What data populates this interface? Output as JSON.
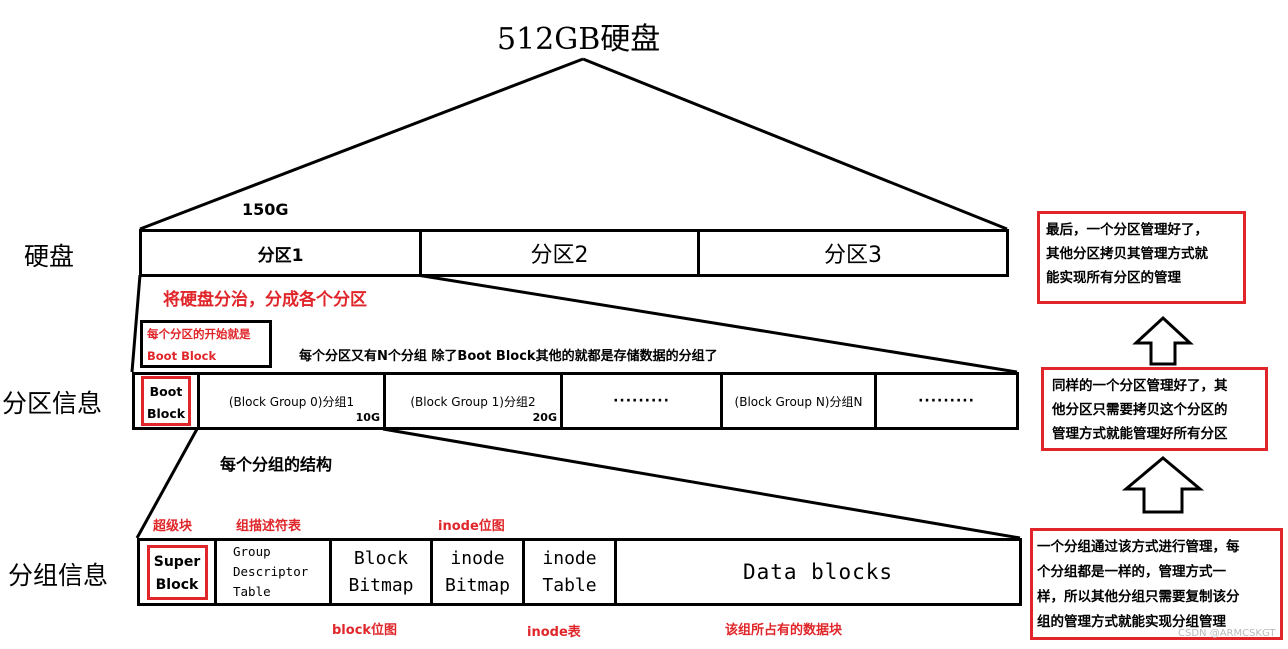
{
  "title": "512GB硬盘",
  "rows": {
    "disk": "硬盘",
    "partition": "分区信息",
    "group": "分组信息"
  },
  "disk_bar": {
    "size_label": "150G",
    "parts": [
      "分区1",
      "分区2",
      "分区3"
    ]
  },
  "annotations": {
    "split_disk": "将硬盘分治，分成各个分区",
    "boot_block_note_1": "每个分区的开始就是",
    "boot_block_note_2": "Boot Block",
    "group_note": "每个分区又有N个分组  除了Boot Block其他的就都是存储数据的分组了",
    "group_structure": "每个分组的结构"
  },
  "partition_bar": {
    "boot_1": "Boot",
    "boot_2": "Block",
    "group0": "(Block Group 0)分组1",
    "group0_size": "10G",
    "group1": "(Block Group 1)分组2",
    "group1_size": "20G",
    "dots_1": "·········",
    "groupN": "(Block Group N)分组N",
    "dots_2": "·········"
  },
  "group_bar": {
    "super_1": "Super",
    "super_2": "Block",
    "gdt_1": "Group",
    "gdt_2": "Descriptor",
    "gdt_3": "Table",
    "bb_1": "Block",
    "bb_2": "Bitmap",
    "ib_1": "inode",
    "ib_2": "Bitmap",
    "it_1": "inode",
    "it_2": "Table",
    "data": "Data blocks"
  },
  "group_labels": {
    "super": "超级块",
    "gdt": "组描述符表",
    "inode_bitmap": "inode位图",
    "block_bitmap": "block位图",
    "inode_table": "inode表",
    "data_blocks": "该组所占有的数据块"
  },
  "notes": {
    "top": [
      "最后，一个分区管理好了，",
      "其他分区拷贝其管理方式就",
      "能实现所有分区的管理"
    ],
    "middle": [
      "同样的一个分区管理好了，其",
      "他分区只需要拷贝这个分区的",
      "管理方式就能管理好所有分区"
    ],
    "bottom": [
      "一个分组通过该方式进行管理，每",
      "个分组都是一样的，管理方式一",
      "样，所以其他分组只需要复制该分",
      "组的管理方式就能实现分组管理"
    ]
  },
  "watermark": "CSDN @ARMCSKGT",
  "colors": {
    "accent": "#e0262a",
    "line": "#000000"
  }
}
